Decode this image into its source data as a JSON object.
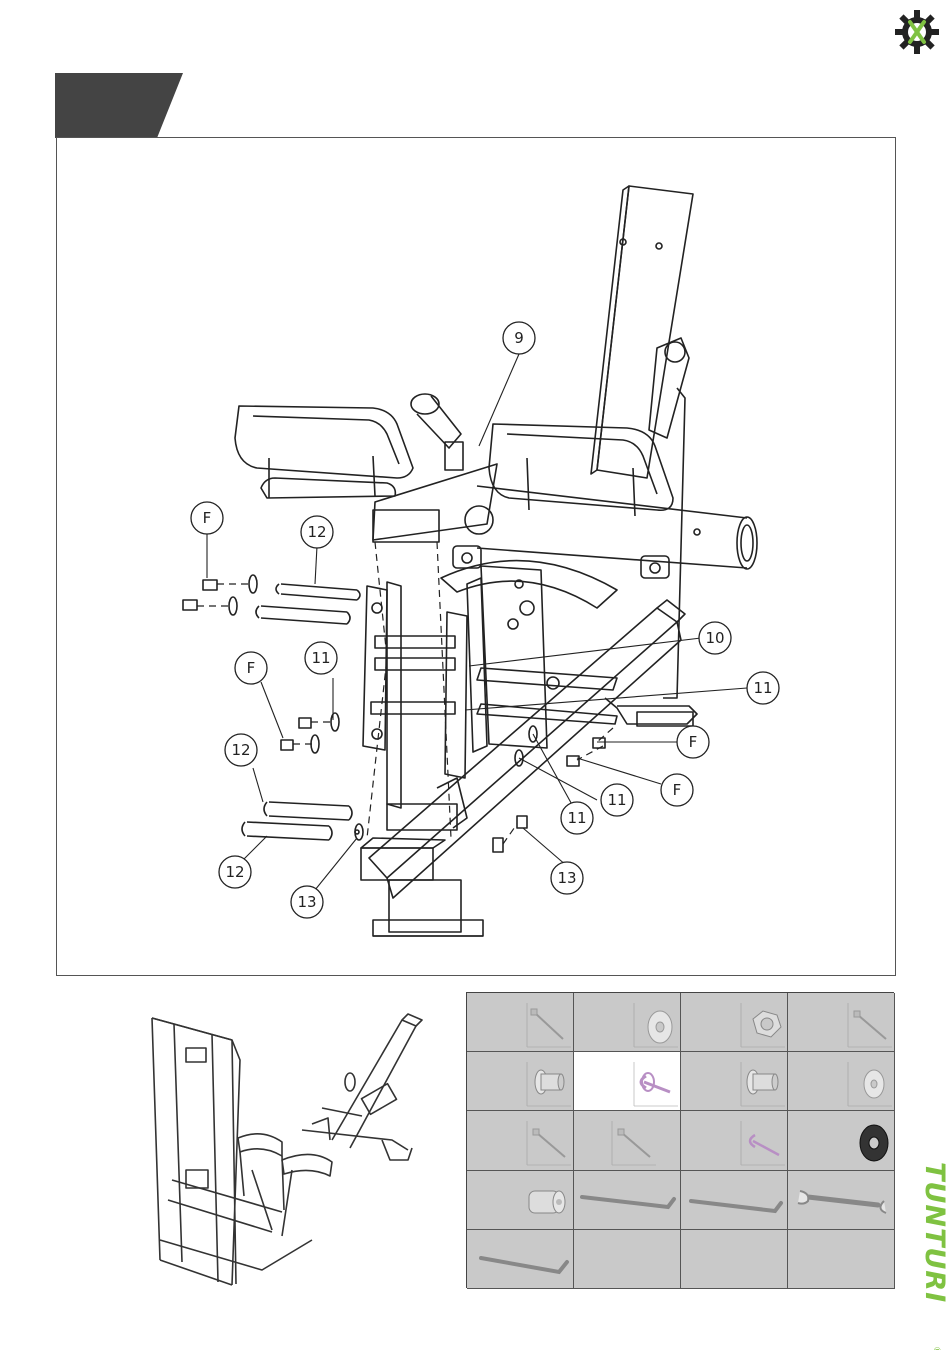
{
  "callouts": {
    "c9": "9",
    "c10": "10",
    "c11a": "11",
    "c11b": "11",
    "c11c": "11",
    "c11d": "11",
    "c12a": "12",
    "c12b": "12",
    "c12c": "12",
    "c13a": "13",
    "c13b": "13",
    "cFa": "F",
    "cFb": "F",
    "cFc": "F",
    "cFd": "F"
  },
  "brand": {
    "name": "TUNTURI",
    "registered": "®",
    "color": "#7fc241"
  },
  "colors": {
    "step_tab": "#444444",
    "parts_bg": "#c9c9c9",
    "highlight_part": "#b88fc4"
  },
  "icons": {
    "top_right": "gear-wrench-icon"
  }
}
